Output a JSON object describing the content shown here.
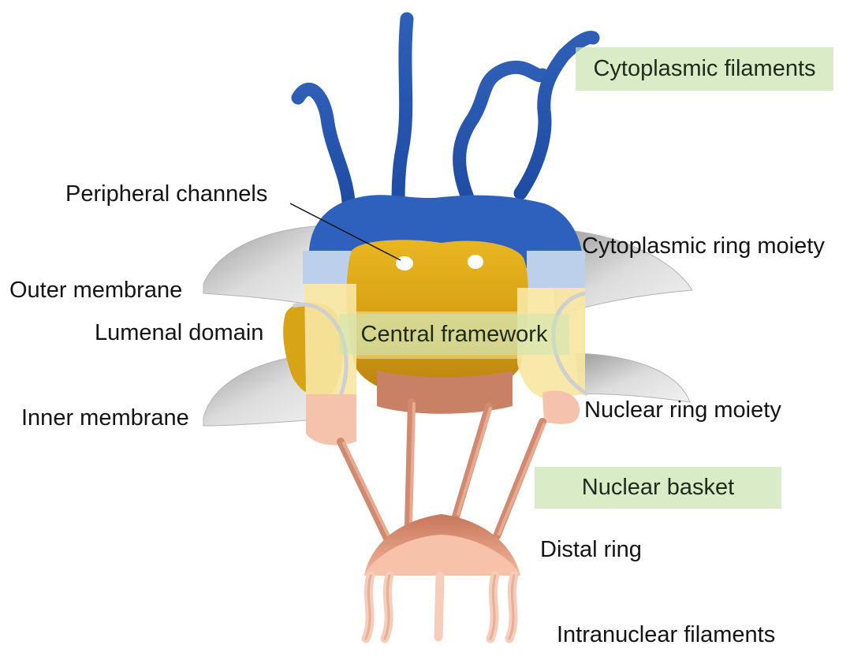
{
  "diagram": {
    "labels": {
      "cytoplasmic_filaments": "Cytoplasmic filaments",
      "peripheral_channels": "Peripheral channels",
      "cytoplasmic_ring_moiety": "Cytoplasmic ring moiety",
      "outer_membrane": "Outer membrane",
      "lumenal_domain": "Lumenal domain",
      "central_framework": "Central framework",
      "inner_membrane": "Inner membrane",
      "nuclear_ring_moiety": "Nuclear ring moiety",
      "nuclear_basket": "Nuclear basket",
      "distal_ring": "Distal ring",
      "intranuclear_filaments": "Intranuclear filaments"
    },
    "colors": {
      "cytoplasmic": "#2f5fb8",
      "cytoplasmic_light": "#b9cdea",
      "framework": "#d8a21a",
      "framework_light": "#f7e8a0",
      "nuclear": "#c98468",
      "nuclear_light": "#f6c2aa",
      "membrane": "#d4d4d4",
      "highlight": "#cae4b2"
    }
  }
}
